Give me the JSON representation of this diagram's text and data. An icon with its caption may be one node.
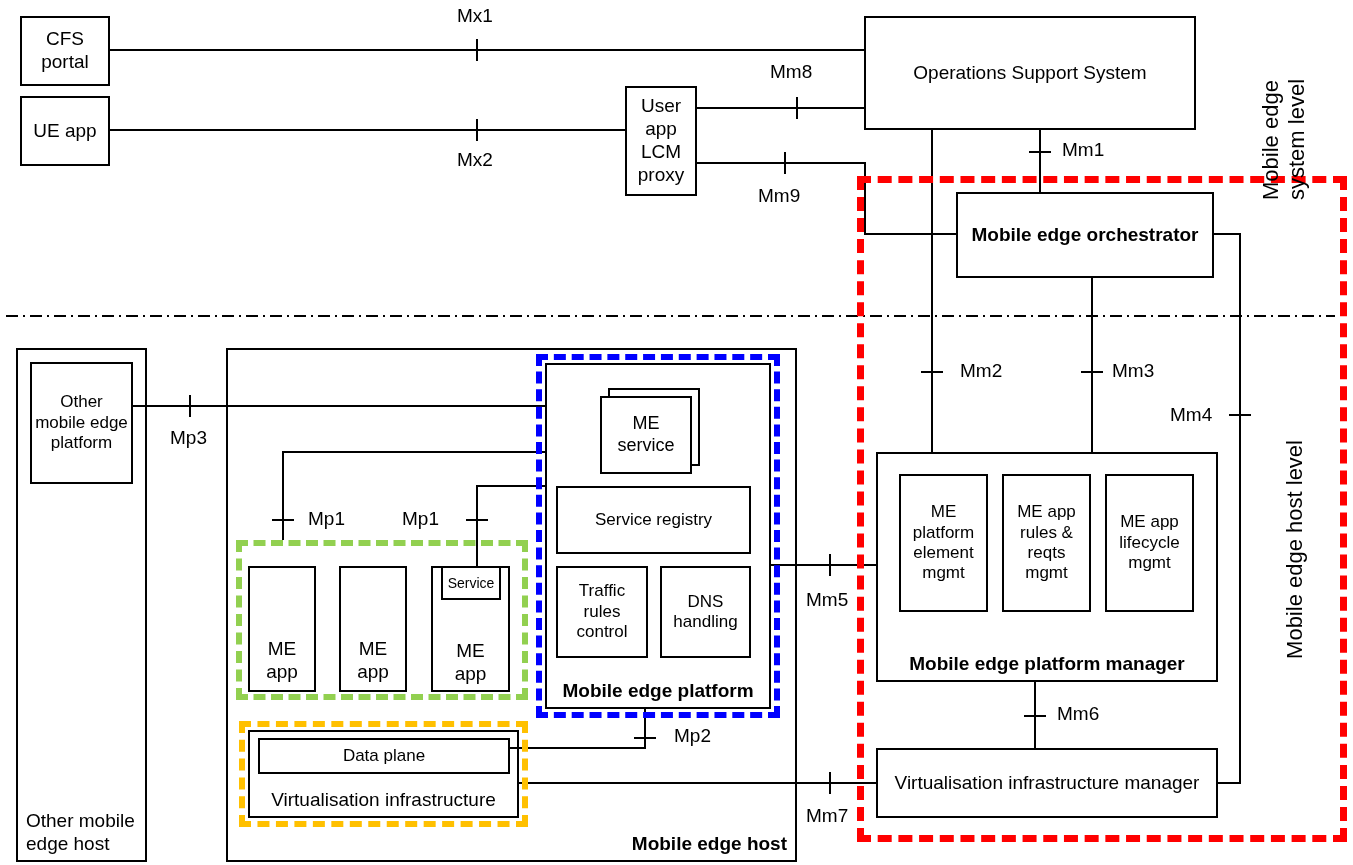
{
  "diagram": {
    "nodes": [
      {
        "text": [
          "CFS portal"
        ]
      },
      {
        "text": [
          "UE app"
        ]
      },
      {
        "text": [
          "User app LCM proxy"
        ]
      },
      {
        "text": [
          "Operations Support System"
        ]
      },
      {
        "text": [],
        "shape": "box"
      },
      {
        "text": [
          "Mobile edge orchestrator"
        ],
        "in": 4
      },
      {
        "text": [
          "Other mobile edge host"
        ]
      },
      {
        "text": [
          "Other mobile edge platform"
        ],
        "in": 6
      },
      {
        "text": [
          "Mobile edge host"
        ]
      },
      {
        "text": [
          "Mobile edge platform"
        ],
        "in": 8
      },
      {
        "text": [
          "ME service"
        ],
        "in": 9
      },
      {
        "text": [
          "Service registry"
        ],
        "in": 9
      },
      {
        "text": [
          "Traffic rules control"
        ],
        "in": 9
      },
      {
        "text": [
          "DNS handling"
        ],
        "in": 9
      },
      {
        "text": [],
        "shape": "box",
        "in": 8
      },
      {
        "text": [
          "ME app"
        ],
        "in": 14
      },
      {
        "text": [
          "ME app"
        ],
        "in": 14
      },
      {
        "text": [
          "ME app"
        ],
        "in": 14
      },
      {
        "text": [
          "Service"
        ],
        "in": 17
      },
      {
        "text": [
          "Virtualisation infrastructure"
        ],
        "in": 8
      },
      {
        "text": [
          "Data plane"
        ],
        "in": 19
      },
      {
        "text": [
          "Mobile edge platform manager"
        ],
        "in": 4
      },
      {
        "text": [
          "ME platform element mgmt"
        ],
        "in": 21
      },
      {
        "text": [
          "ME app rules & reqts mgmt"
        ],
        "in": 21
      },
      {
        "text": [
          "ME app lifecycle mgmt"
        ],
        "in": 21
      },
      {
        "text": [
          "Virtualisation infrastructure manager"
        ],
        "in": 4
      }
    ],
    "edges": [
      {
        "from": 0,
        "to": 3,
        "arrow": "none",
        "label": "Mx1"
      },
      {
        "from": 1,
        "to": 2,
        "arrow": "none",
        "label": "Mx2"
      },
      {
        "from": 2,
        "to": 3,
        "arrow": "none",
        "label": "Mm8"
      },
      {
        "from": 2,
        "to": 5,
        "arrow": "none",
        "label": "Mm9"
      },
      {
        "from": 3,
        "to": 5,
        "arrow": "none",
        "label": "Mm1"
      },
      {
        "from": 3,
        "to": 21,
        "arrow": "none",
        "label": "Mm2"
      },
      {
        "from": 5,
        "to": 21,
        "arrow": "none",
        "label": "Mm3"
      },
      {
        "from": 5,
        "to": 25,
        "arrow": "none",
        "label": "Mm4"
      },
      {
        "from": 7,
        "to": 9,
        "arrow": "none",
        "label": "Mp3"
      },
      {
        "from": 14,
        "to": 9,
        "arrow": "none",
        "label": "Mp1"
      },
      {
        "from": 18,
        "to": 9,
        "arrow": "none",
        "label": "Mp1"
      },
      {
        "from": 9,
        "to": 21,
        "arrow": "none",
        "label": "Mm5"
      },
      {
        "from": 20,
        "to": 9,
        "arrow": "none",
        "label": "Mp2"
      },
      {
        "from": 21,
        "to": 25,
        "arrow": "none",
        "label": "Mm6"
      },
      {
        "from": 19,
        "to": 25,
        "arrow": "none",
        "label": "Mm7"
      }
    ],
    "labels": [
      "Mobile edge system level",
      "Mobile edge host level"
    ]
  }
}
